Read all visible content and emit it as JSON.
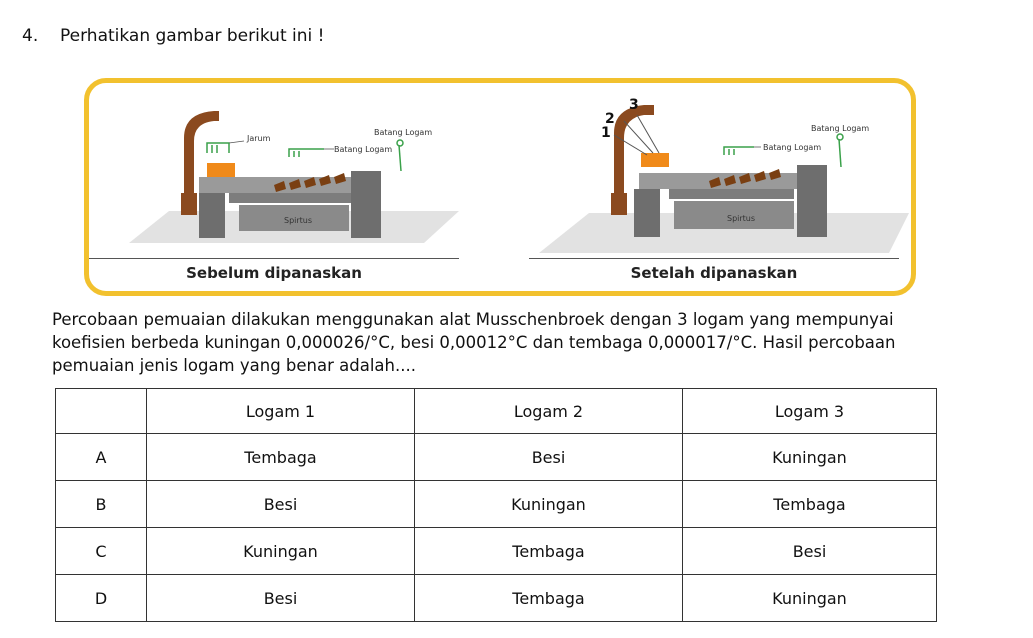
{
  "question": {
    "number": "4.",
    "prompt": "Perhatikan gambar berikut ini !"
  },
  "figure": {
    "left": {
      "caption": "Sebelum dipanaskan",
      "labels": {
        "needle": "Jarum",
        "rod_top": "Batang Logam",
        "rod_mid": "Batang Logam",
        "spirit": "Spirtus"
      }
    },
    "right": {
      "caption": "Setelah dipanaskan",
      "labels": {
        "rod_top": "Batang Logam",
        "rod_mid": "Batang Logam",
        "spirit": "Spirtus"
      },
      "numbers": [
        "1",
        "2",
        "3"
      ]
    },
    "colors": {
      "frame": "#f2c12e",
      "arc": "#8b4a1f",
      "rod": "#f08a1a",
      "base": "#6e6e6e"
    }
  },
  "paragraph": {
    "line1": "Percobaan pemuaian dilakukan menggunakan alat Musschenbroek dengan 3 logam yang mempunyai",
    "line2": "koefisien berbeda kuningan 0,000026/°C, besi 0,00012°C dan tembaga 0,000017/°C. Hasil percobaan",
    "line3": "pemuaian jenis logam yang benar adalah...."
  },
  "table": {
    "headers": [
      "",
      "Logam 1",
      "Logam 2",
      "Logam 3"
    ],
    "rows": [
      [
        "A",
        "Tembaga",
        "Besi",
        "Kuningan"
      ],
      [
        "B",
        "Besi",
        "Kuningan",
        "Tembaga"
      ],
      [
        "C",
        "Kuningan",
        "Tembaga",
        "Besi"
      ],
      [
        "D",
        "Besi",
        "Tembaga",
        "Kuningan"
      ]
    ]
  }
}
